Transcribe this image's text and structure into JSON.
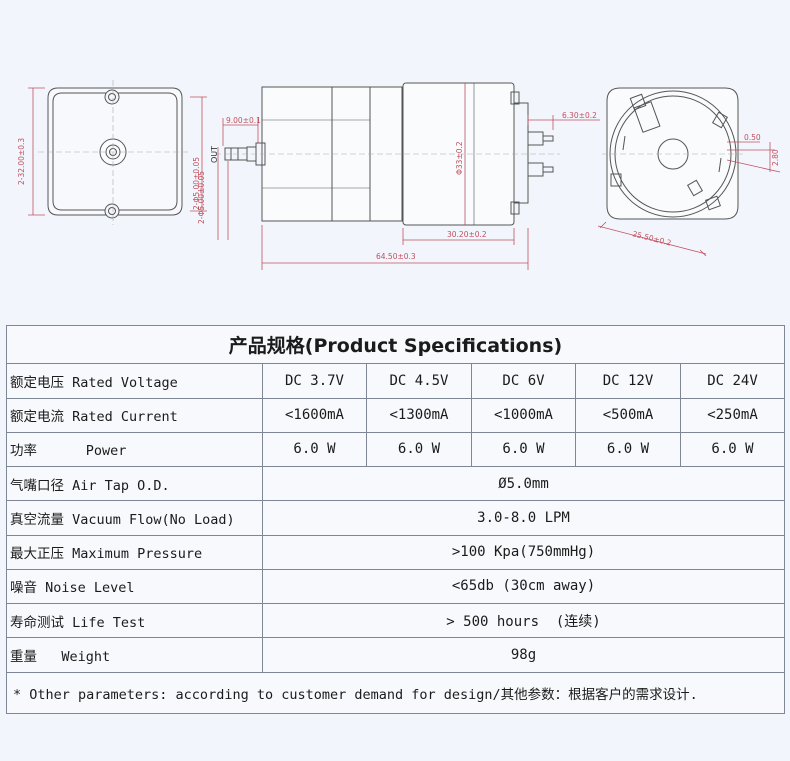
{
  "drawing": {
    "dims": {
      "front_width": "2-32.00±0.3",
      "hole_spacing": "2-Φ5.00±0.05",
      "nozzle_length": "9.00±0.1",
      "body_diameter": "Φ33±0.2",
      "motor_length": "30.20±0.2",
      "total_length": "64.50±0.3",
      "terminal_length": "6.30±0.2",
      "terminal_width": "0.50",
      "terminal_spacing": "2.80",
      "rear_width": "25.50±0.2"
    },
    "port_label": "OUT"
  },
  "spec": {
    "title": "产品规格(Product Specifications)",
    "rows": [
      {
        "label": "额定电压 Rated Voltage",
        "values": [
          "DC 3.7V",
          "DC 4.5V",
          "DC 6V",
          "DC 12V",
          "DC 24V"
        ]
      },
      {
        "label": "额定电流 Rated Current",
        "values": [
          "<1600mA",
          "<1300mA",
          "<1000mA",
          "<500mA",
          "<250mA"
        ]
      },
      {
        "label": "功率      Power",
        "values": [
          "6.0 W",
          "6.0 W",
          "6.0 W",
          "6.0 W",
          "6.0 W"
        ]
      }
    ],
    "spans": [
      {
        "label": "气嘴口径 Air Tap O.D.",
        "value": "Ø5.0mm"
      },
      {
        "label": "真空流量 Vacuum Flow(No Load)",
        "value": "3.0-8.0 LPM"
      },
      {
        "label": "最大正压 Maximum Pressure",
        "value": ">100 Kpa(750mmHg)"
      },
      {
        "label": "噪音 Noise Level",
        "value": "<65db (30cm away)"
      },
      {
        "label": "寿命测试 Life Test",
        "value": "> 500 hours  (连续)"
      },
      {
        "label": "重量   Weight",
        "value": "98g"
      }
    ],
    "note": "* Other parameters: according to customer demand for design/其他参数：根据客户的需求设计."
  }
}
